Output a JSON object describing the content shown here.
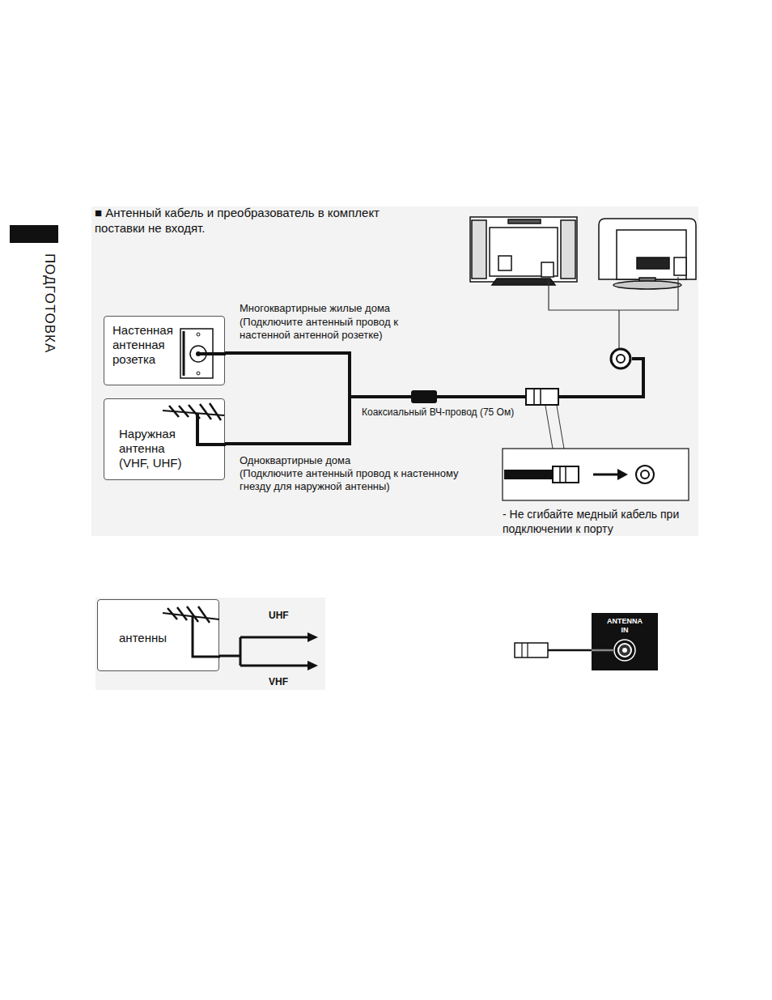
{
  "diagram": {
    "nodes": [
      {
        "text": [
          "Настенная антенная розетка"
        ]
      },
      {
        "text": [
          "Наружная антенна (VHF, UHF)"
        ]
      },
      {
        "text": [
          "антенны"
        ]
      },
      {
        "text": [
          "ANTENNA IN"
        ]
      }
    ],
    "edges": [
      {
        "from": 0,
        "to": 1,
        "arrow": "none"
      }
    ],
    "labels": [
      "■ Антенный кабель и преобразователь в комплект поставки не входят.",
      "ПОДГОТОВКА",
      "Многоквартирные жилые дома",
      "(Подключите антенный провод к настенной антенной розетке)",
      "Коаксиальный ВЧ-провод (75 Ом)",
      "Одноквартирные дома",
      "(Подключите антенный провод к настенному гнезду для наружной антенны)",
      "- Не сгибайте медный кабель при подключении к порту",
      "UHF",
      "VHF"
    ]
  }
}
